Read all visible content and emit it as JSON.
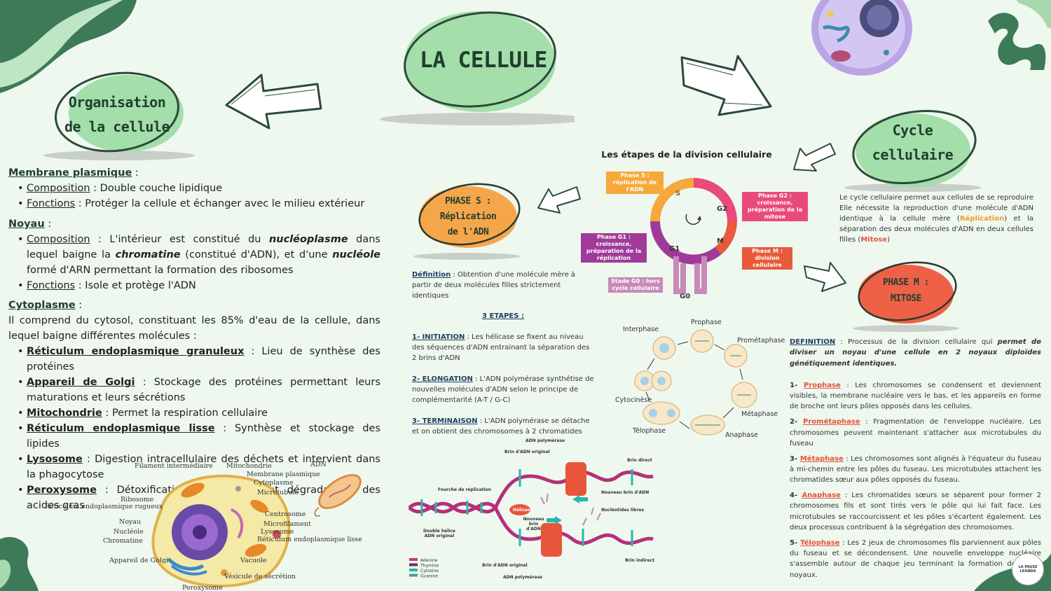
{
  "header": {
    "title": "LA CELLULE"
  },
  "sections": {
    "organisation": {
      "line1": "Organisation",
      "line2": "de la cellule"
    },
    "cycle": {
      "line1": "Cycle",
      "line2": "cellulaire"
    },
    "phase_s": {
      "line1": "PHASE S :",
      "line2": "Réplication",
      "line3": "de l'ADN"
    },
    "phase_m": {
      "line1": "PHASE M :",
      "line2": "MITOSE"
    }
  },
  "left": {
    "membrane": {
      "heading": "Membrane plasmique",
      "colon": " :",
      "comp_label": "Composition",
      "comp_text": " : Double couche lipidique",
      "fonc_label": "Fonctions",
      "fonc_text": " : Protéger la cellule et échanger avec le milieu extérieur"
    },
    "noyau": {
      "heading": "Noyau",
      "colon": " :",
      "comp_label": "Composition",
      "comp_a": " : L'intérieur est constitué du ",
      "comp_b": "nucléoplasme",
      "comp_c": " dans lequel baigne la ",
      "comp_d": "chromatine",
      "comp_e": " (constitué d'ADN), et d'une ",
      "comp_f": "nucléole",
      "comp_g": " formé d'ARN permettant la formation des ribosomes",
      "fonc_label": "Fonctions",
      "fonc_text": " : Isole et protège l'ADN"
    },
    "cytoplasme": {
      "heading": "Cytoplasme",
      "colon": " :",
      "intro": "Il comprend du cytosol, constituant les 85% d'eau de la cellule, dans lequel baigne différentes molécules :",
      "items": [
        {
          "name": "Réticulum endoplasmique granuleux",
          "text": " : Lieu de synthèse des protéines"
        },
        {
          "name": "Appareil de Golgi",
          "text": " : Stockage des protéines permettant leurs maturations et leurs sécrétions"
        },
        {
          "name": "Mitochondrie",
          "text": " : Permet la respiration cellulaire"
        },
        {
          "name": "Réticulum endoplasmique lisse",
          "text": " : Synthèse et stockage des lipides"
        },
        {
          "name": "Lysosome",
          "text": " : Digestion intracellulaire des déchets et intervient dans la phagocytose"
        },
        {
          "name": "Peroxysome",
          "text": " : Détoxification des cellules et dégradations des acides gras"
        }
      ]
    }
  },
  "cell_diagram": {
    "labels": [
      "Filament intermédiaire",
      "Mitochondrie",
      "Membrane plasmique",
      "Cytoplasme",
      "Microtubule",
      "Ribosome",
      "Réticulum endoplasmique rugueux",
      "Noyau",
      "Nucléole",
      "Chromatine",
      "Centrosome",
      "Microfilament",
      "Lysosome",
      "Réticulum endoplasmique lisse",
      "Appareil de Golgi",
      "Vacuole",
      "Vésicule de sécrétion",
      "Peroxysome",
      "ADN"
    ]
  },
  "phase_s_text": {
    "def_label": "Définition",
    "def_text": " : Obtention d'une molécule mère à partir de deux molécules filles strictement identiques",
    "etapes": "3 ETAPES :",
    "steps": [
      {
        "label": "1- INITIATION",
        "text": " : Les hélicase se fixent au niveau des séquences d'ADN entrainant la séparation des 2 brins d'ADN"
      },
      {
        "label": "2- ELONGATION",
        "text": " : L'ADN polymérase synthétise de nouvelles molécules d'ADN selon le principe de complémentarité (A-T / G-C)"
      },
      {
        "label": "3- TERMINAISON",
        "text": " : L'ADN polymérase se détache et on obtient des chromosomes à 2 chromatides"
      }
    ]
  },
  "dna_diagram": {
    "labels": {
      "adn_pol_top": "ADN polymérase",
      "brin_orig_top": "Brin d'ADN original",
      "brin_direct": "Brin direct",
      "fourche": "Fourche de réplication",
      "nouveau_brin": "Nouveau brin d'ADN",
      "nucleotides": "Nucléotides libres",
      "helicase": "Hélicase",
      "nouveau_brin2": "Nouveau brin d'ADN",
      "double_helice": "Double hélice ADN original",
      "brin_orig_bot": "Brin d'ADN original",
      "brin_indirect": "Brin indirect",
      "adn_pol_bot": "ADN polymérase"
    },
    "legend": [
      "Adenine",
      "Thymine",
      "Cytosine",
      "Guanine"
    ],
    "legend_colors": [
      "#c0387a",
      "#7a2a5a",
      "#2bb5b0",
      "#4a9a9a"
    ]
  },
  "cycle_diagram": {
    "title": "Les étapes de la division cellulaire",
    "tags": {
      "phase_s": "Phase S : réplication de l'ADN",
      "phase_g2": "Phase G2 : croissance, préparation de la mitose",
      "phase_g1": "Phase G1 : croissance, préparation de la réplication",
      "phase_m": "Phase M : division cellulaire",
      "stade_g0": "Stade G0 : hors cycle cellulaire"
    },
    "ring_labels": {
      "s": "S",
      "g2": "G2",
      "m": "M",
      "g1": "G1",
      "g0": "G0"
    },
    "colors": {
      "s": "#f6a83a",
      "g2": "#e84a7a",
      "m": "#e85a3a",
      "g1": "#a03a9a",
      "g0": "#c88ab8"
    }
  },
  "cycle_text": {
    "a": "Le cycle cellulaire permet aux cellules de se reproduire Elle nécessite la reproduction d'une molécule d'ADN identique à la cellule mère (",
    "b": "Réplication",
    "c": ") et la séparation des deux molécules d'ADN en deux cellules filles (",
    "d": "Mitose",
    "e": ")"
  },
  "mitosis_diagram": {
    "labels": [
      "Interphase",
      "Prophase",
      "Prométaphase",
      "Métaphase",
      "Anaphase",
      "Télophase",
      "Cytocinèse"
    ]
  },
  "mitose_text": {
    "def_label": "DEFINITION",
    "def_a": " : Processus de la division cellulaire qui ",
    "def_b": "permet de diviser un noyau d'une cellule en 2 noyaux diploïdes génétiquement identiques.",
    "steps": [
      {
        "num": "1- ",
        "label": "Prophase",
        "text": " : Les chromosomes se condensent et deviennent visibles, la membrane nucléaire vers le bas, et les appareils en forme de broche ont leurs pôles opposés dans les cellules."
      },
      {
        "num": "2- ",
        "label": "Prométaphase",
        "text": " : Fragmentation de l'enveloppe nucléaire. Les chromosomes peuvent maintenant s'attacher aux microtubules du fuseau"
      },
      {
        "num": "3- ",
        "label": "Métaphase",
        "text": " : Les chromosomes sont alignés à l'équateur du fuseau à mi-chemin entre les pôles du fuseau. Les microtubules attachent les chromatides sœur aux pôles opposés du fuseau."
      },
      {
        "num": "4- ",
        "label": "Anaphase",
        "text": " : Les chromatides sœurs se séparent pour former 2 chromosomes fils et sont tirés vers le pôle qui lui fait face. Les microtubules se raccourcissent et les pôles s'écartent également. Les deux processus contribuent à la ségrégation des chromosomes."
      },
      {
        "num": "5- ",
        "label": "Télophase",
        "text": " : Les 2 jeux de chromosomes fils parviennent aux pôles du fuseau et se décondensent. Une nouvelle enveloppe nucléaire s'assemble autour de chaque jeu terminant la formation des deux noyaux."
      }
    ]
  },
  "logo": {
    "text": "LA PAUSE LEANDA"
  },
  "colors": {
    "background": "#eef8ef",
    "green": "#a4deaa",
    "dark_green": "#2f5a44",
    "orange": "#f6a64a",
    "red": "#ee6147"
  }
}
